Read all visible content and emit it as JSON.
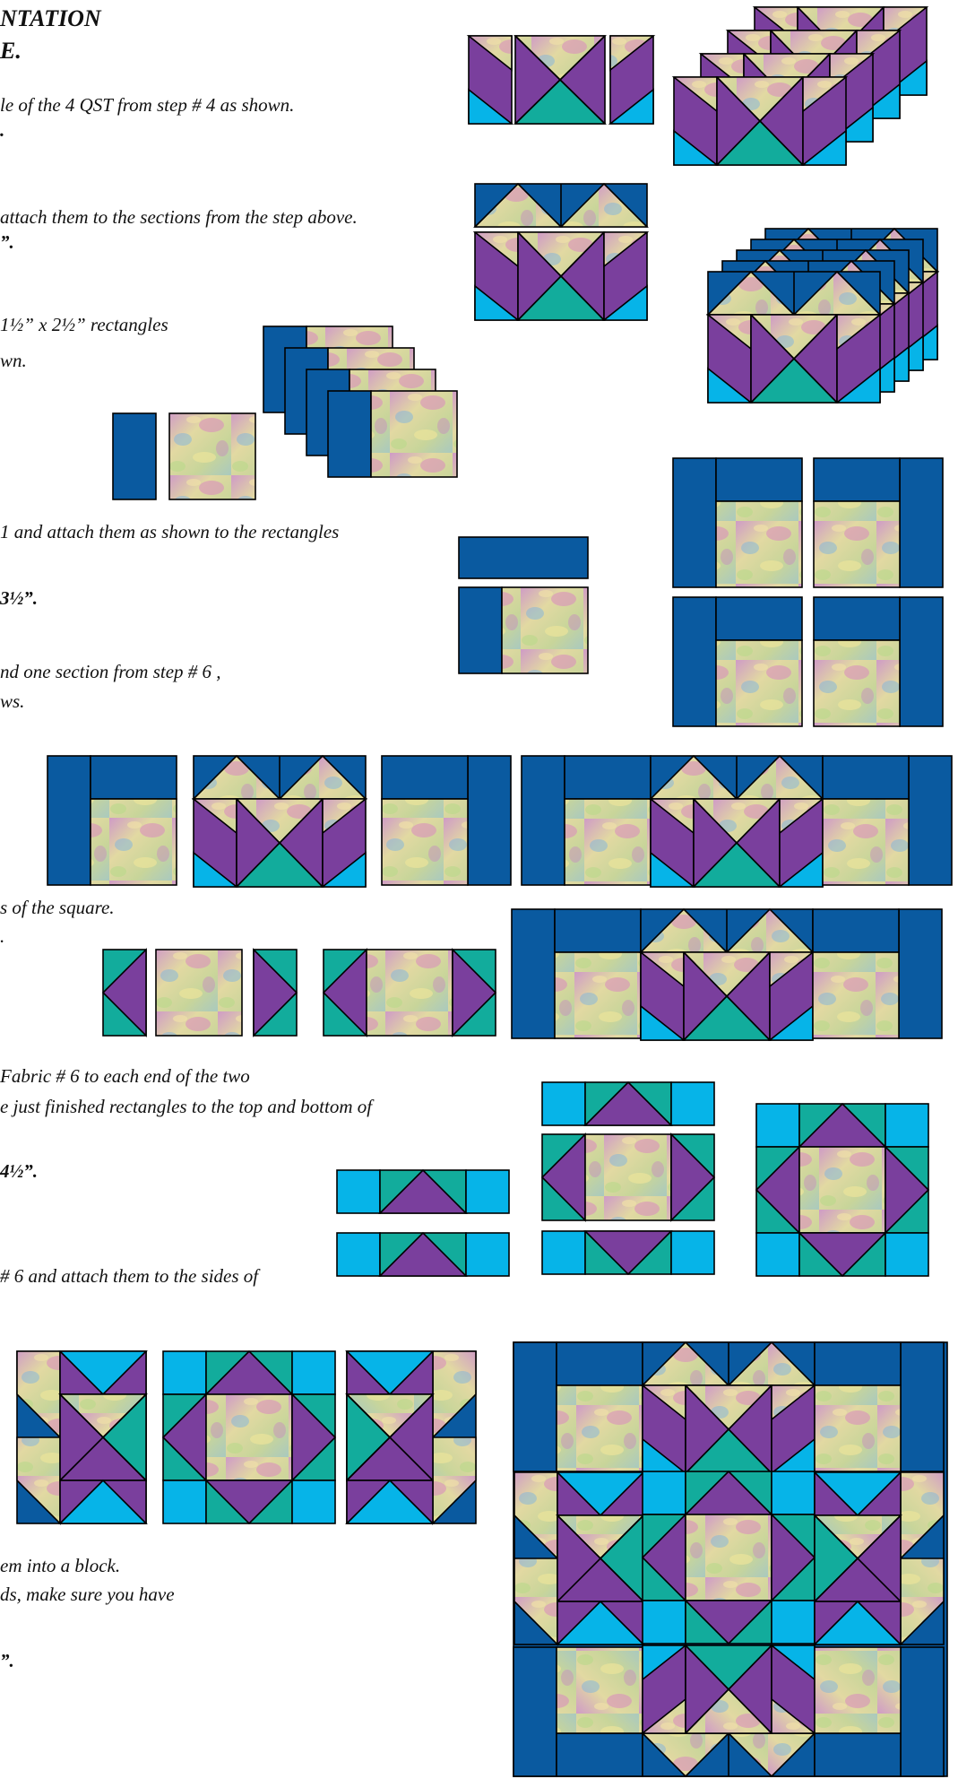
{
  "colors": {
    "navy": "#0a5aa0",
    "purple": "#7a3f9d",
    "teal": "#12ac9c",
    "cyan": "#06b4e8",
    "floral_light": "#d9d8a0",
    "floral_pink": "#d58fb8",
    "floral_blue": "#7fb8d8",
    "line": "#000000"
  },
  "heading": {
    "line1": "NTATION",
    "line2": "E."
  },
  "steps": {
    "s4": {
      "line1": "le of the 4 QST from step # 4 as shown.",
      "size": "."
    },
    "s5": {
      "line1": "attach them to the sections from the step above.",
      "size": "”."
    },
    "s6": {
      "line1": "1½” x 2½” rectangles",
      "line2": "wn."
    },
    "s7": {
      "line1": "1 and attach them as shown to the rectangles",
      "size": "3½”."
    },
    "s8": {
      "line1": "nd one section from step # 6 ,",
      "line2": "ws."
    },
    "s9": {
      "line1": "s of the square.",
      "line2": "."
    },
    "s10": {
      "line1": "Fabric # 6 to each end of the two",
      "line2": "e just finished rectangles to the top and bottom of",
      "size": "4½”."
    },
    "s11": {
      "line1": "# 6 and attach them to the sides of"
    },
    "s12": {
      "line1": "em into a block.",
      "line2": "ds, make sure you have",
      "size": "”."
    }
  }
}
